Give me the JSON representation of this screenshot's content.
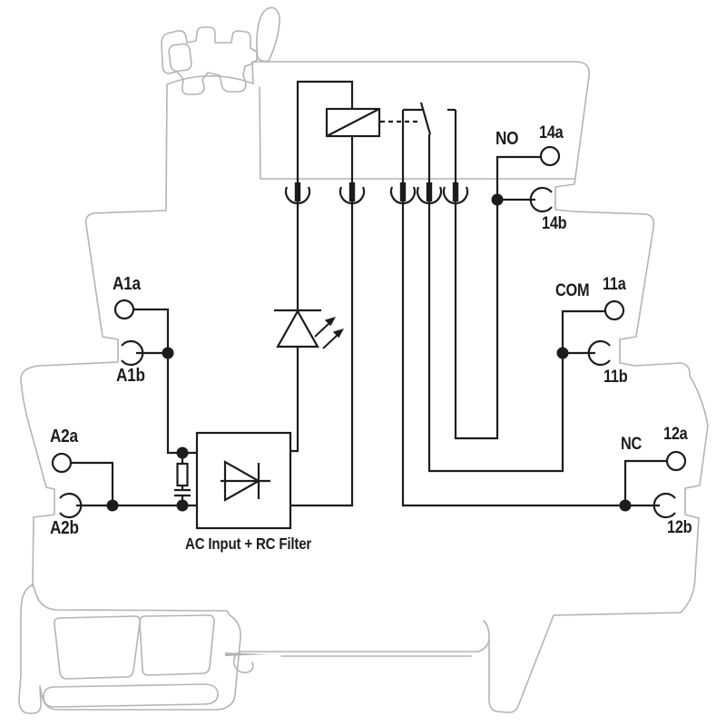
{
  "diagram_type": "relay-module-wiring-schematic",
  "labels": {
    "a1a": "A1a",
    "a1b": "A1b",
    "a2a": "A2a",
    "a2b": "A2b",
    "no": "NO",
    "n14a": "14a",
    "n14b": "14b",
    "com": "COM",
    "n11a": "11a",
    "n11b": "11b",
    "nc": "NC",
    "n12a": "12a",
    "n12b": "12b",
    "filter_box": "AC Input + RC Filter"
  },
  "colors": {
    "circuit": "#1c1c1c",
    "housing_outline": "#b4b4b4",
    "background": "#ffffff"
  }
}
